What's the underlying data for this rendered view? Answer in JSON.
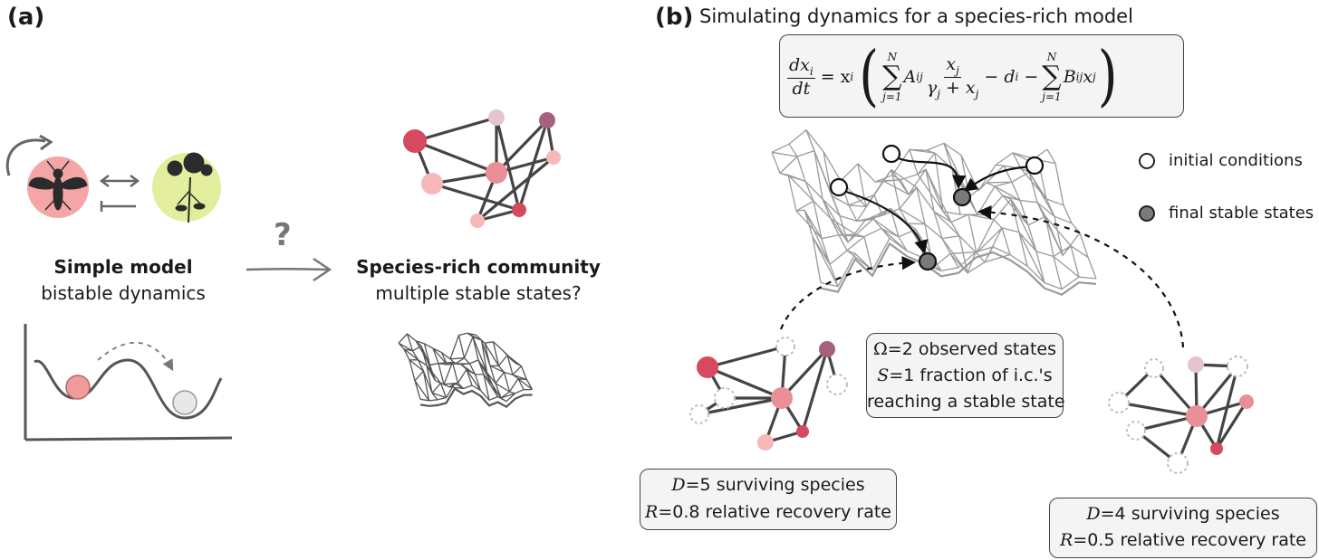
{
  "panels": {
    "a": {
      "label": "(a)",
      "question_mark": "?",
      "simple_model": {
        "title": "Simple model",
        "subtitle": "bistable dynamics"
      },
      "community": {
        "title": "Species-rich community",
        "subtitle": "multiple stable states?"
      }
    },
    "b": {
      "label": "(b)",
      "title": "Simulating dynamics for a species-rich model",
      "equation": {
        "lhs_num": "dx",
        "lhs_sub": "i",
        "lhs_den": "dt",
        "rhs_eq": "= x",
        "rhs_sub_i": "i",
        "sum_top": "N",
        "sum_bottom": "j=1",
        "A_term": "A",
        "A_sub": "ij",
        "frac_num": "x",
        "frac_num_sub": "j",
        "frac_den": "γ",
        "frac_den_sub": "j",
        "frac_den_plus": " + x",
        "frac_den_plus_sub": "j",
        "minus_d": "− d",
        "d_sub": "i",
        "minus": "−",
        "B_term": "B",
        "B_sub": "ij",
        "B_x": "x",
        "B_x_sub": "j"
      },
      "legend": {
        "initial": "initial conditions",
        "final": "final stable states"
      },
      "states_box": {
        "line1_sym": "Ω",
        "line1_val": "=2 observed states",
        "line2_sym": "S",
        "line2_val": "=1 fraction of i.c.'s",
        "line3": "reaching a stable state"
      },
      "left_box": {
        "line1_sym": "D",
        "line1_val": "=5 surviving species",
        "line2_sym": "R",
        "line2_val": "=0.8 relative recovery rate"
      },
      "right_box": {
        "line1_sym": "D",
        "line1_val": "=4 surviving species",
        "line2_sym": "R",
        "line2_val": "=0.5 relative recovery rate"
      }
    }
  },
  "colors": {
    "insect_circle": "#f4a6a6",
    "plant_circle": "#e3ee9c",
    "node_dark": "#d64a5e",
    "node_mid": "#ea8f96",
    "node_light": "#f6b8b8",
    "node_purple": "#a8607f",
    "node_pale": "#e3c4cf",
    "final_state": "#7a7a7a",
    "box_fill": "#f4f4f4"
  },
  "icons": [
    "feedback-arrow-icon",
    "insect-icon",
    "plant-icon",
    "interaction-arrows-icon",
    "question-icon",
    "right-arrow-icon",
    "landscape-icon"
  ]
}
